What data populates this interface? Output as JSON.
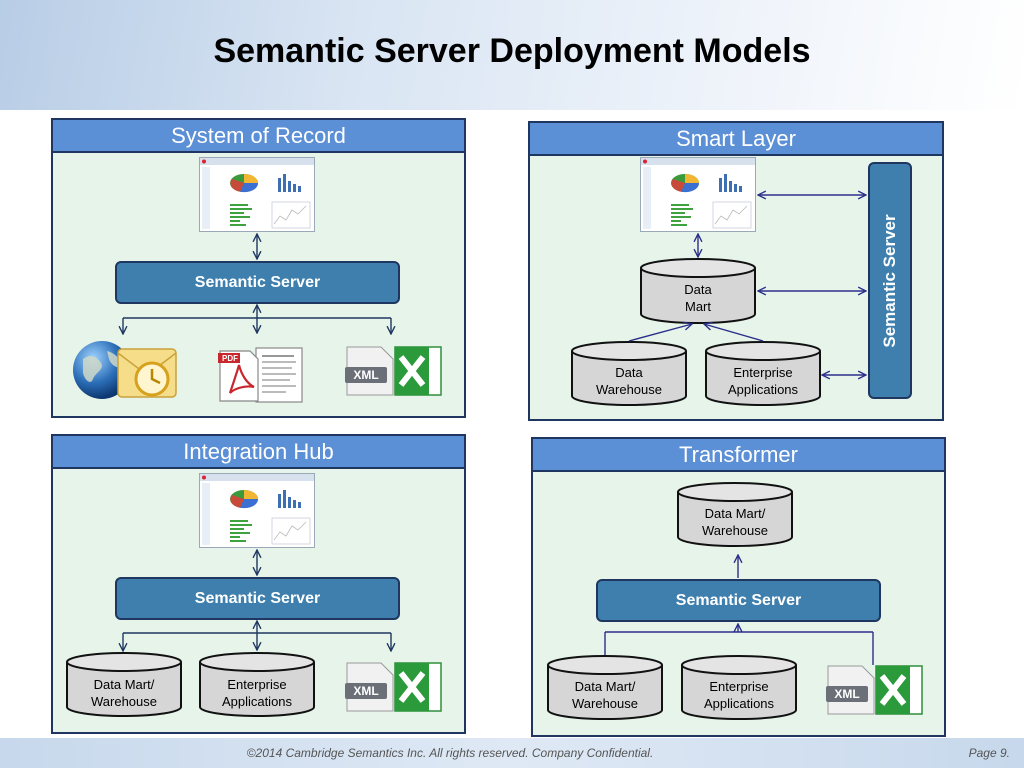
{
  "title": "Semantic Server Deployment Models",
  "semantic_server": "Semantic Server",
  "panels": {
    "system_of_record": {
      "title": "System of Record"
    },
    "smart_layer": {
      "title": "Smart Layer",
      "data_mart": "Data\nMart",
      "data_warehouse": "Data\nWarehouse",
      "enterprise_applications": "Enterprise\nApplications"
    },
    "integration_hub": {
      "title": "Integration Hub",
      "data_mart_warehouse": "Data  Mart/\nWarehouse",
      "enterprise_applications": "Enterprise\nApplications"
    },
    "transformer": {
      "title": "Transformer",
      "data_mart_warehouse_top": "Data  Mart/\nWarehouse",
      "data_mart_warehouse": "Data  Mart/\nWarehouse",
      "enterprise_applications": "Enterprise\nApplications"
    }
  },
  "icons": {
    "pdf_label": "PDF",
    "xml_label": "XML",
    "excel_label": "X"
  },
  "colors": {
    "panel_header": "#5b8fd6",
    "panel_body": "#e6f4ea",
    "semantic_server_box": "#3e7fae",
    "border": "#1f3760"
  },
  "footer": {
    "copyright": "©2014 Cambridge Semantics Inc. All rights reserved. Company Confidential.",
    "page": "Page 9."
  }
}
